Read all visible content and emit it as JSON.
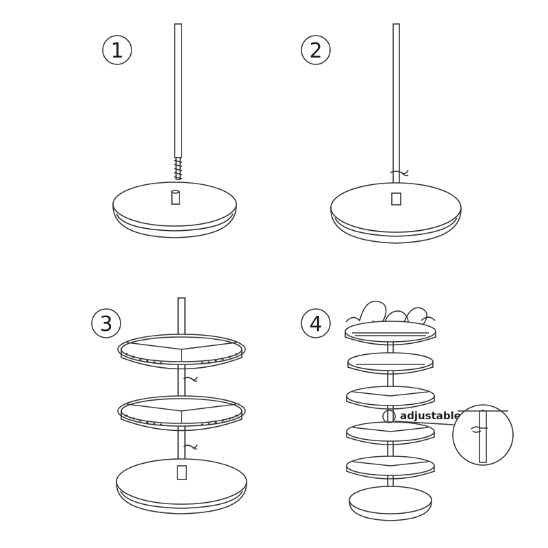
{
  "steps": [
    {
      "number": "1"
    },
    {
      "number": "2"
    },
    {
      "number": "3"
    },
    {
      "number": "4"
    }
  ],
  "callout": {
    "label": "adjustable"
  }
}
